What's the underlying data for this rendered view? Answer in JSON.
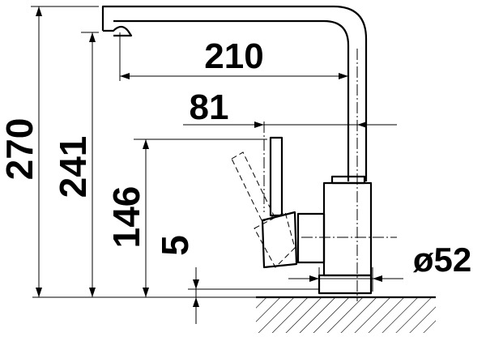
{
  "dimensions": {
    "total_height": "270",
    "spout_height": "241",
    "lever_height": "146",
    "base_height": "5",
    "spout_reach": "210",
    "lever_offset": "81",
    "base_diameter": "ø52"
  }
}
